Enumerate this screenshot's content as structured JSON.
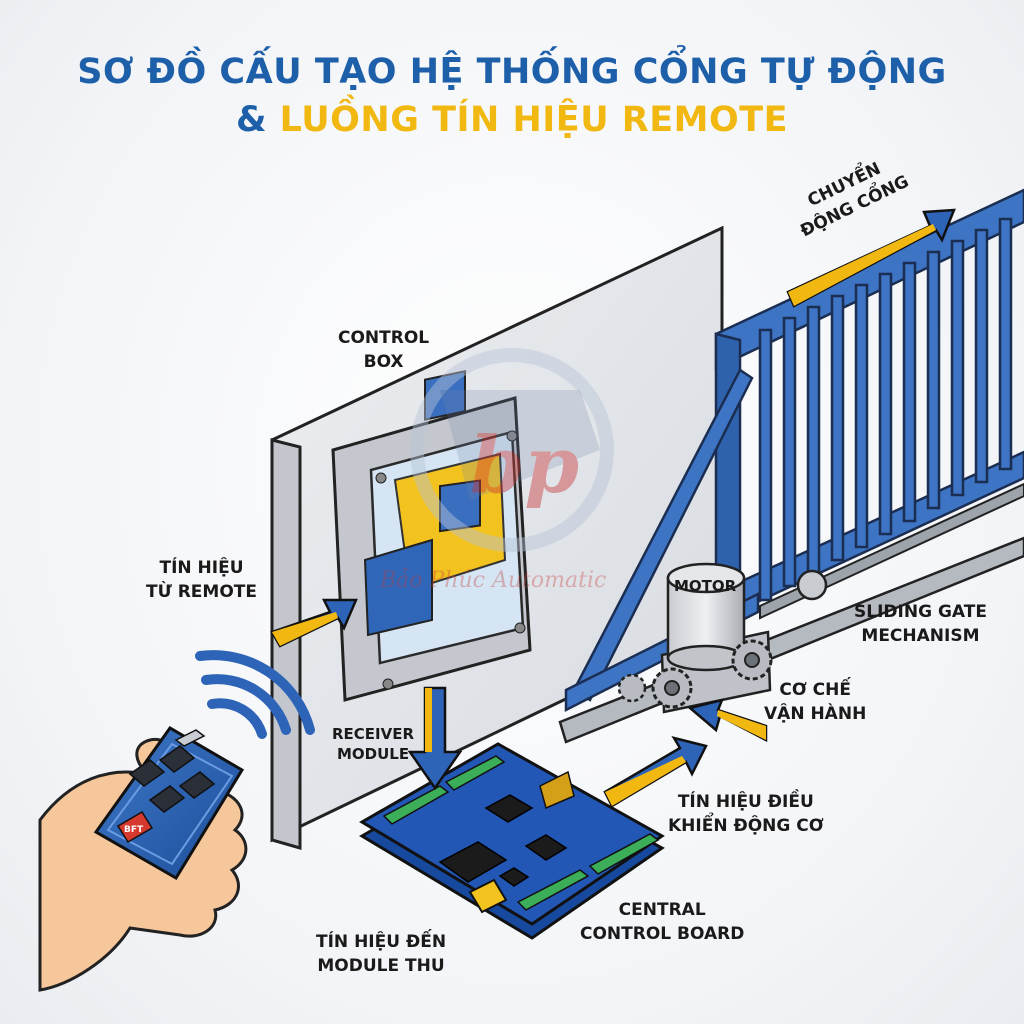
{
  "title": {
    "line1": "SƠ ĐỒ CẤU TẠO HỆ THỐNG CỔNG TỰ ĐỘNG",
    "line2_amp": "& ",
    "line2_highlight": "LUỒNG TÍN HIỆU REMOTE"
  },
  "labels": {
    "control_box": [
      "CONTROL",
      "BOX"
    ],
    "signal_from_remote": [
      "TÍN HIỆU",
      "TỪ REMOTE"
    ],
    "receiver_module": [
      "RECEIVER",
      "MODULE"
    ],
    "signal_to_module": [
      "TÍN HIỆU ĐẾN",
      "MODULE THU"
    ],
    "central_board": [
      "CENTRAL",
      "CONTROL BOARD"
    ],
    "motor_signal": [
      "TÍN HIỆU ĐIỀU",
      "KHIỂN ĐỘNG CƠ"
    ],
    "mechanism": [
      "CƠ CHẾ",
      "VẬN HÀNH"
    ],
    "sliding_gate": [
      "SLIDING GATE",
      "MECHANISM"
    ],
    "gate_motion": [
      "CHUYỂN",
      "ĐỘNG CỔNG"
    ],
    "motor": "MOTOR"
  },
  "watermark": {
    "logo": "bp",
    "text": "Bảo Phúc Automatic"
  },
  "remote": {
    "brand": "BFT"
  },
  "colors": {
    "brand_blue": "#1d5fa8",
    "accent_yellow": "#f2b812",
    "gate_blue": "#3d74c4",
    "pcb_blue": "#1f56b8"
  }
}
